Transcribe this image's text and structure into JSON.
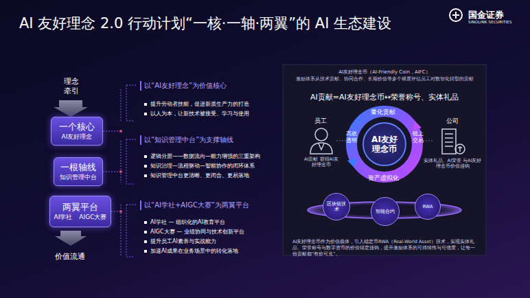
{
  "diagram": {
    "title": "AI 友好理念 2.0 行动计划“一核·一轴·两翼”的 AI 生态建设",
    "nodes": [
      {
        "text": [
          "一个核心",
          "AI友好理念"
        ]
      },
      {
        "text": [
          "一根轴线",
          "知识管理中台"
        ]
      },
      {
        "text": [
          "两翼平台",
          "AI学社",
          "AIGC大赛"
        ]
      },
      {
        "text": [
          "AI友好理念币（AI-Friendly Coin，AIFC）",
          "激励体系从技术贡献、协同合作、长期价值等多个维度评估员工对数智化转型的贡献",
          "AI贡献=AI友好理念币↔荣誉称号、实体礼品",
          "AI友好理念币作为价值载体，引入稳定币RWA（Real-World Asset）技术，实现实体礼品、荣誉称号与数字货币的价值锚定挂钩，提升激励体系的可持续性与可信度，让每一份贡献都“有价可兑”。"
        ]
      },
      {
        "text": [
          "AI友好理念币"
        ],
        "in": 3
      },
      {
        "text": [
          "区块链技术"
        ],
        "in": 3
      },
      {
        "text": [
          "智能合约"
        ],
        "in": 3
      },
      {
        "text": [
          "RWA"
        ],
        "in": 3
      }
    ],
    "labels": [
      "国金证券",
      "SINOLINK SECURITIES",
      "理念牵引",
      "价值流通",
      "以“AI友好理念”为价值核心",
      "提升劳动者技能，促进新质生产力的打造",
      "以人为本，让新技术被接受、学习与使用",
      "以“知识管理中台”为支撑轴线",
      "逻辑分层——数据流向—能力增强的三重架构",
      "知识治理—流程驱动—智能协作的闭环体系",
      "知识管理中台更清晰、更闭合、更易落地",
      "以“AI学社+AIGC大赛”为两翼平台",
      "AI学社 — 组织化的AI教育平台",
      "AIGC大赛 — 业绩协同与技术创新平台",
      "提升员工AI素养与实战能力",
      "加速AI成果在业务场景中的转化落地",
      "员工",
      "AI贡献 获得AI友好理念币",
      "公司",
      "实体礼品、AI荣誉 与AI友好理念币价值挂钩",
      "量化贡献",
      "链上交易",
      "资产虚拟化",
      "高效透明"
    ]
  }
}
